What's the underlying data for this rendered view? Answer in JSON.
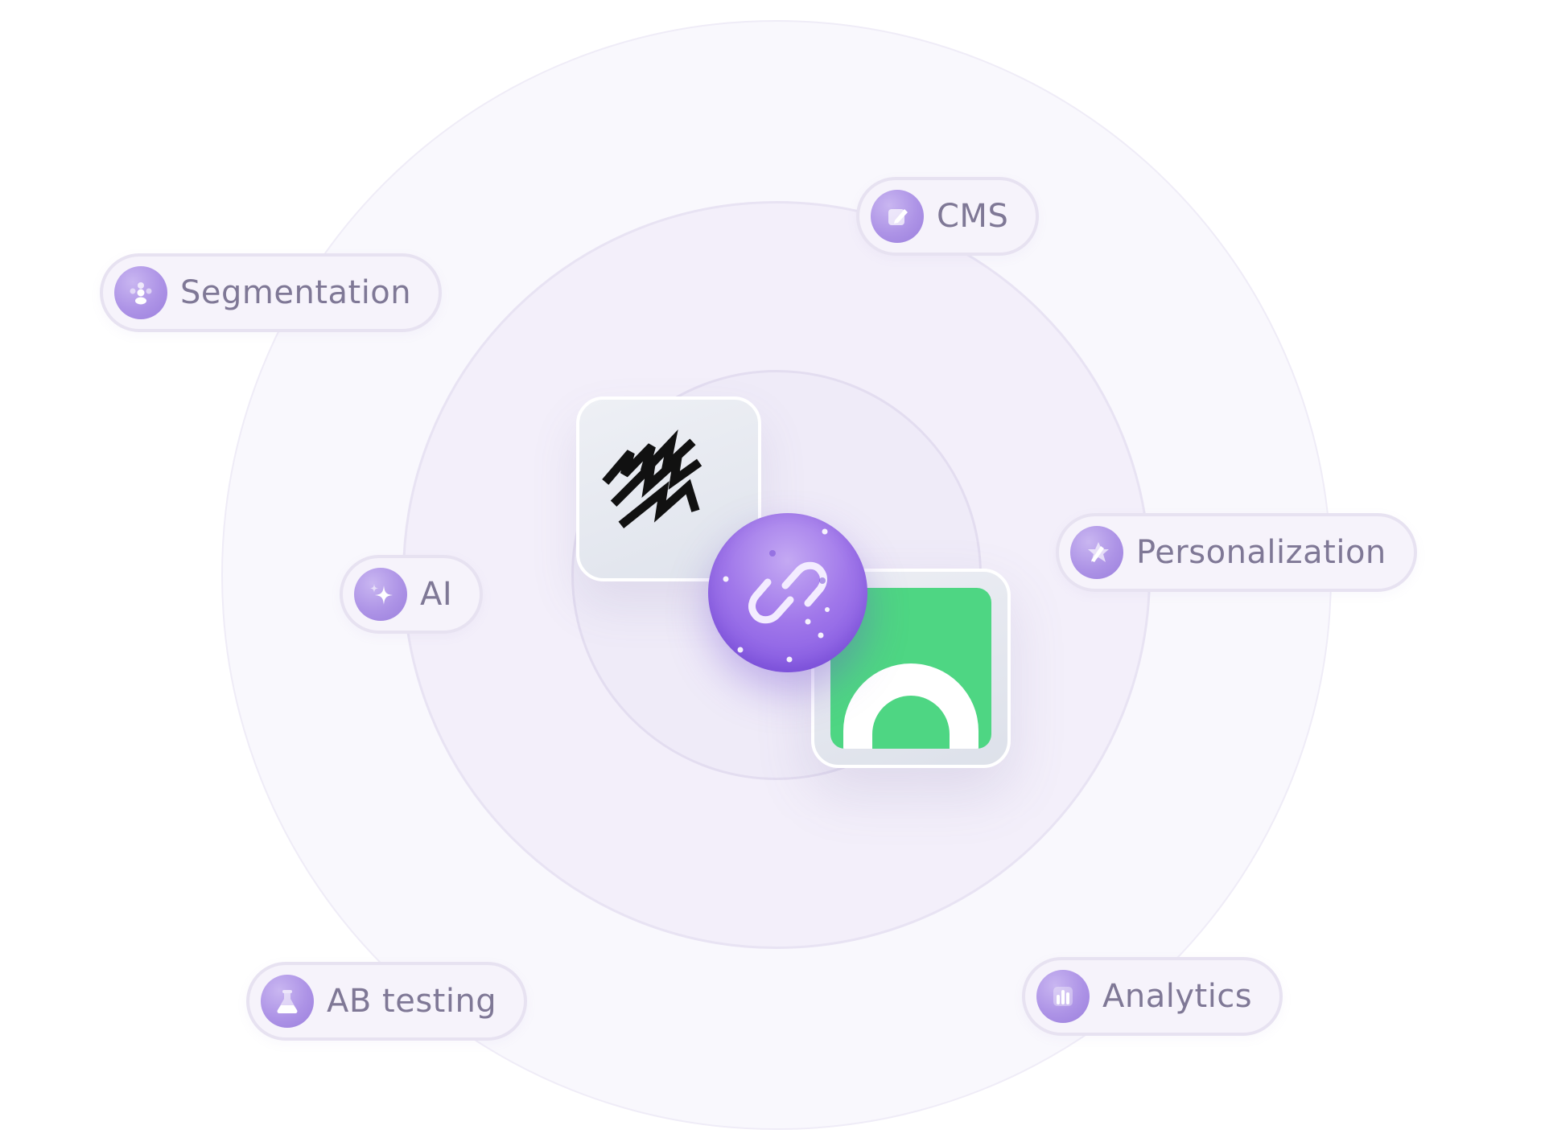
{
  "features": {
    "segmentation": {
      "label": "Segmentation",
      "icon": "people-group-icon"
    },
    "cms": {
      "label": "CMS",
      "icon": "edit-pencil-icon"
    },
    "ai": {
      "label": "AI",
      "icon": "sparkle-icon"
    },
    "personalization": {
      "label": "Personalization",
      "icon": "star-shape-icon"
    },
    "ab_testing": {
      "label": "AB testing",
      "icon": "flask-icon"
    },
    "analytics": {
      "label": "Analytics",
      "icon": "bar-chart-icon"
    }
  },
  "center": {
    "left_logo": "webflow-logo-icon",
    "right_logo": "green-arch-logo-icon",
    "connector": "link-chain-icon"
  },
  "colors": {
    "accent": "#9b7fdd",
    "connector": "#8a5fe5",
    "pill_text": "#7f7896",
    "green_logo": "#4ed683"
  }
}
